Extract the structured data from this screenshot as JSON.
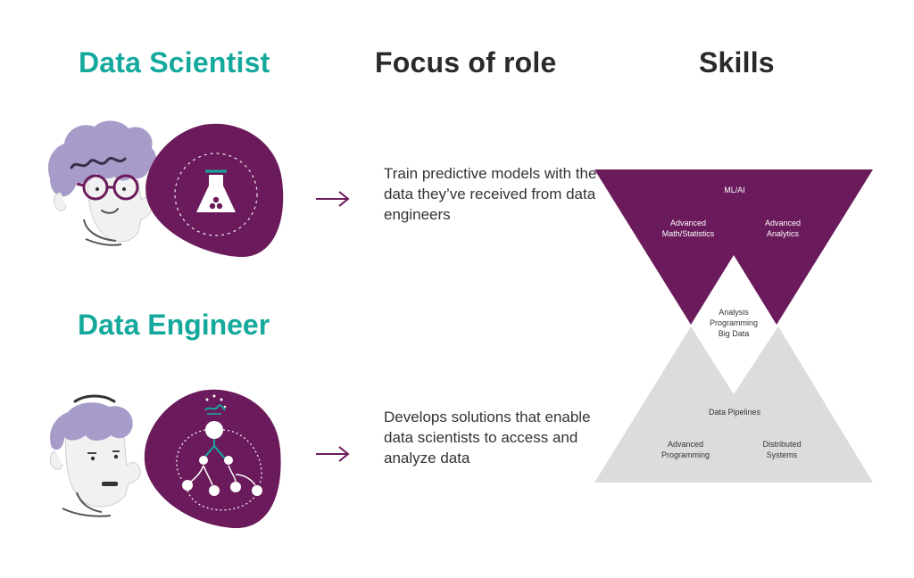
{
  "headings": {
    "data_scientist": "Data Scientist",
    "focus_of_role": "Focus of role",
    "skills": "Skills",
    "data_engineer": "Data Engineer"
  },
  "focus": {
    "data_scientist": "Train predictive models with the data they’ve received from data engineers",
    "data_engineer": "Develops solutions that enable data scientists to access and analyze data"
  },
  "skills": {
    "scientist_triangle": {
      "top": "ML/AI",
      "left": "Advanced\nMath/Statistics",
      "right": "Advanced\nAnalytics"
    },
    "overlap": "Analysis\nProgramming\nBig Data",
    "engineer_triangle": {
      "top": "Data Pipelines",
      "left": "Advanced\nProgramming",
      "right": "Distributed\nSystems"
    }
  },
  "colors": {
    "teal": "#15a99d",
    "purple": "#6b1b5b",
    "lavender": "#a79cc9",
    "grey": "#dcdcdc",
    "text": "#2b2b2b"
  },
  "icons": {
    "scientist_avatar": "data-scientist-face-icon",
    "scientist_blob": "flask-icon",
    "engineer_avatar": "data-engineer-face-icon",
    "engineer_blob": "pipeline-tree-icon",
    "arrow": "arrow-right-icon"
  }
}
